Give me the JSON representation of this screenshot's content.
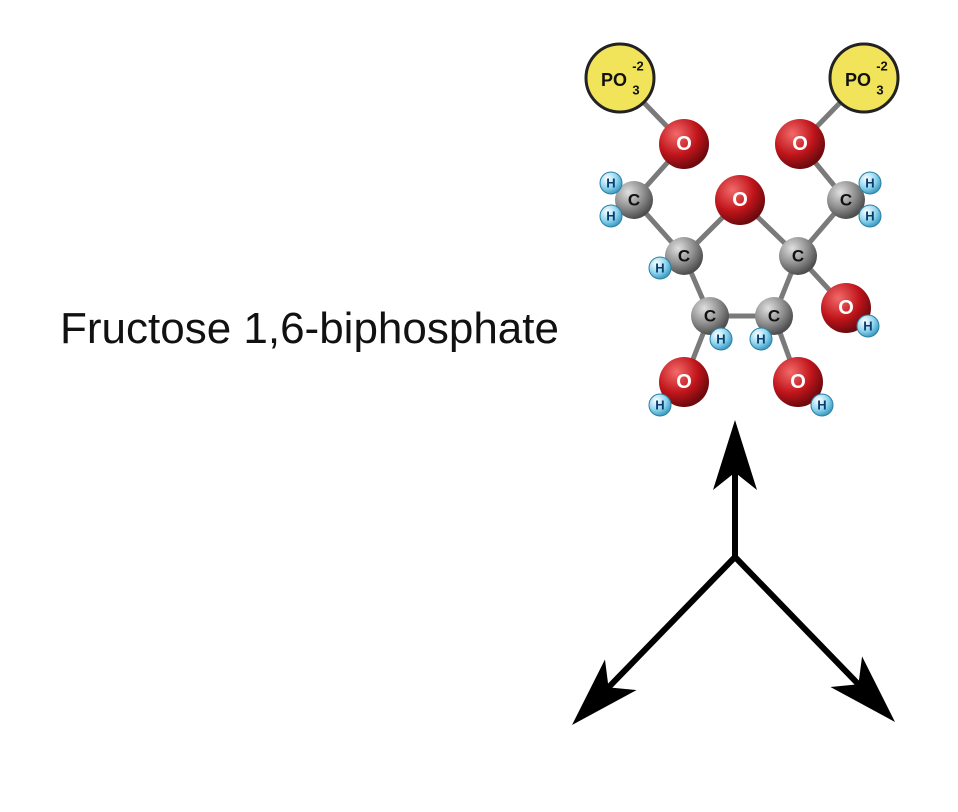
{
  "title": "Fructose 1,6-biphosphate",
  "labels": {
    "phosphate_main": "PO",
    "phosphate_sub": "3",
    "phosphate_charge": "-2",
    "oxygen": "O",
    "carbon": "C",
    "hydrogen": "H"
  },
  "colors": {
    "phosphate": "#f2e45a",
    "oxygen": "#c0151b",
    "carbon": "#8c8c8c",
    "hydrogen": "#8fd6ef",
    "bond": "#7a7a7a",
    "arrow": "#000000",
    "text": "#111111"
  },
  "molecule": {
    "atoms": [
      {
        "id": "P1",
        "element": "P"
      },
      {
        "id": "P2",
        "element": "P"
      },
      {
        "id": "O1",
        "element": "O"
      },
      {
        "id": "O2",
        "element": "O"
      },
      {
        "id": "Oring",
        "element": "O"
      },
      {
        "id": "C6",
        "element": "C"
      },
      {
        "id": "C1",
        "element": "C"
      },
      {
        "id": "C5",
        "element": "C"
      },
      {
        "id": "C2",
        "element": "C"
      },
      {
        "id": "C4",
        "element": "C"
      },
      {
        "id": "C3",
        "element": "C"
      },
      {
        "id": "O2H",
        "element": "O"
      },
      {
        "id": "O4H",
        "element": "O"
      },
      {
        "id": "O3H",
        "element": "O"
      }
    ],
    "bonds": [
      [
        "P1",
        "O1"
      ],
      [
        "P2",
        "O2"
      ],
      [
        "O1",
        "C6"
      ],
      [
        "O2",
        "C1"
      ],
      [
        "C6",
        "C5"
      ],
      [
        "C1",
        "C2"
      ],
      [
        "C5",
        "Oring"
      ],
      [
        "C2",
        "Oring"
      ],
      [
        "C5",
        "C4"
      ],
      [
        "C2",
        "C3"
      ],
      [
        "C4",
        "C3"
      ],
      [
        "C2",
        "O2H"
      ],
      [
        "C4",
        "O4H"
      ],
      [
        "C3",
        "O3H"
      ]
    ]
  },
  "arrows": {
    "directions": [
      "up",
      "down-left",
      "down-right"
    ]
  }
}
